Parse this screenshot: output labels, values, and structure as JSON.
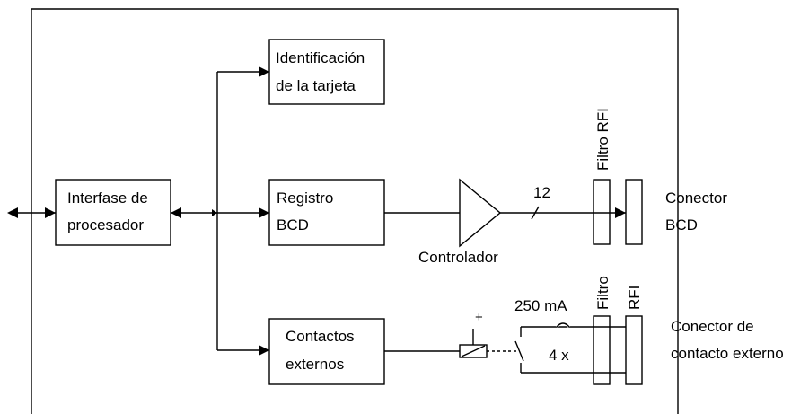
{
  "blocks": {
    "identification": {
      "line1": "Identificación",
      "line2": "de la tarjeta"
    },
    "processor_interface": {
      "line1": "Interfase de",
      "line2": "procesador"
    },
    "bcd_register": {
      "line1": "Registro",
      "line2": "BCD"
    },
    "external_contacts": {
      "line1": "Contactos",
      "line2": "externos"
    }
  },
  "labels": {
    "driver": "Controlador",
    "bus_width": "12",
    "rfi_filter_top": "Filtro RFI",
    "bcd_connector": {
      "line1": "Conector",
      "line2": "BCD"
    },
    "current_rating": "250 mA",
    "filter_bottom": "Filtro",
    "rfi_bottom": "RFI",
    "plus_sign": "+",
    "multiplier": "4 x",
    "external_contact_connector": {
      "line1": "Conector de",
      "line2": "contacto externo"
    }
  }
}
